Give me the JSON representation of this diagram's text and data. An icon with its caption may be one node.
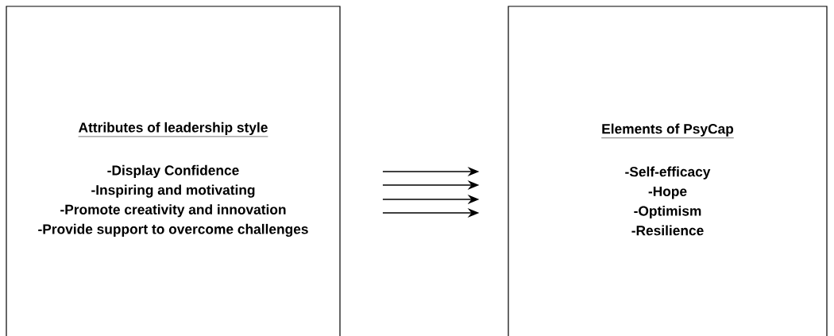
{
  "diagram": {
    "nodes": [
      {
        "text": [
          "Attributes of leadership style",
          "-Display Confidence",
          "-Inspiring and motivating",
          "-Promote creativity and innovation",
          "-Provide support to overcome challenges"
        ]
      },
      {
        "text": [
          "Elements of PsyCap",
          "-Self-efficacy",
          "-Hope",
          "-Optimism",
          "-Resilience"
        ]
      }
    ],
    "edges": [
      {
        "from": 0,
        "to": 1,
        "arrow": "to"
      },
      {
        "from": 0,
        "to": 1,
        "arrow": "to"
      },
      {
        "from": 0,
        "to": 1,
        "arrow": "to"
      },
      {
        "from": 0,
        "to": 1,
        "arrow": "to"
      }
    ]
  }
}
